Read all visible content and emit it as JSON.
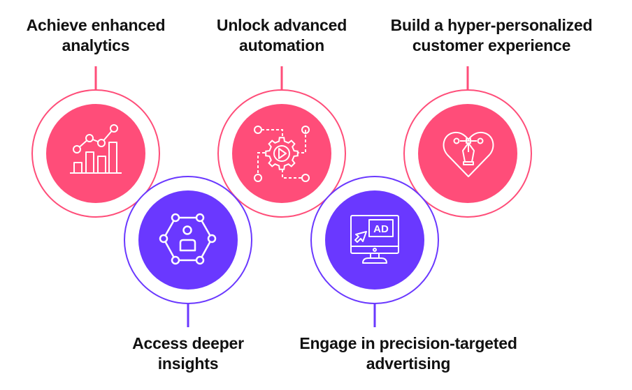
{
  "colors": {
    "pink": "#FF4D79",
    "purple": "#6A38FF",
    "icon_stroke": "#FFFFFF",
    "text": "#111111"
  },
  "items": [
    {
      "id": "analytics",
      "title_lines": [
        "Achieve enhanced",
        "analytics"
      ],
      "icon": "bar-line-chart-icon",
      "color": "pink",
      "label_position": "top"
    },
    {
      "id": "insights",
      "title_lines": [
        "Access deeper",
        "insights"
      ],
      "icon": "user-network-icon",
      "color": "purple",
      "label_position": "bottom"
    },
    {
      "id": "automation",
      "title_lines": [
        "Unlock advanced",
        "automation"
      ],
      "icon": "gear-play-automation-icon",
      "color": "pink",
      "label_position": "top"
    },
    {
      "id": "advertising",
      "title_lines": [
        "Engage in precision-targeted",
        "advertising"
      ],
      "icon": "monitor-ad-icon",
      "color": "purple",
      "label_position": "bottom"
    },
    {
      "id": "personalization",
      "title_lines": [
        "Build a hyper-personalized",
        "customer experience"
      ],
      "icon": "heart-pen-icon",
      "color": "pink",
      "label_position": "top"
    }
  ],
  "icons": {
    "ad_text": "AD"
  }
}
